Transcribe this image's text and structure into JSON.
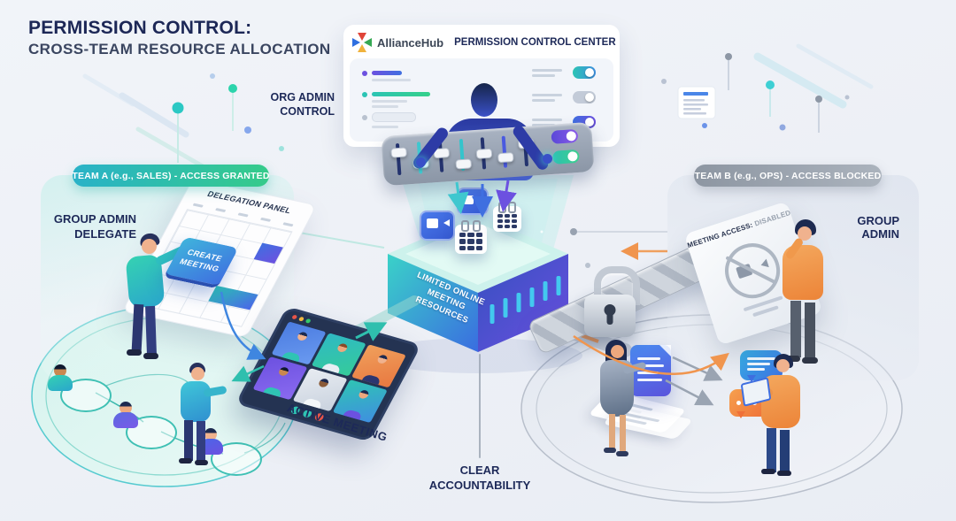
{
  "title": {
    "line1": "PERMISSION CONTROL:",
    "line2": "CROSS-TEAM RESOURCE ALLOCATION"
  },
  "labels": {
    "org_admin_line1": "ORG ADMIN",
    "org_admin_line2": "CONTROL",
    "clear_line1": "CLEAR",
    "clear_line2": "ACCOUNTABILITY"
  },
  "control_center": {
    "brand": "AllianceHub",
    "title": "PERMISSION CONTROL CENTER"
  },
  "team_a": {
    "badge": "TEAM A (e.g., SALES) - ACCESS GRANTED",
    "group_admin_line1": "GROUP ADMIN",
    "group_admin_line2": "DELEGATE",
    "delegation_panel_title": "DELEGATION PANEL",
    "create_button_line1": "CREATE",
    "create_button_line2": "MEETING",
    "active_meeting_label": "ACTIVE MEETING"
  },
  "platform": {
    "label_line1": "LIMITED ONLINE",
    "label_line2": "MEETING RESOURCES"
  },
  "team_b": {
    "badge": "TEAM B (e.g., OPS) - ACCESS BLOCKED",
    "group_admin": "GROUP ADMIN",
    "sign_label": "MEETING ACCESS:",
    "sign_status": "DISABLED"
  },
  "icons": {
    "logo": "alliancehub-pinwheel-icon",
    "video": "video-camera-icon",
    "calendar": "calendar-icon",
    "lock": "padlock-icon",
    "blocked": "no-video-icon",
    "document": "document-icon",
    "chat": "chat-bubble-icon"
  },
  "colors": {
    "navy": "#1d2958",
    "teal": "#2fc4b4",
    "green": "#35cb8a",
    "blue": "#3f6fe0",
    "purple": "#6c51e0",
    "orange": "#f0954e",
    "badge_gray": "#98a1ad"
  }
}
